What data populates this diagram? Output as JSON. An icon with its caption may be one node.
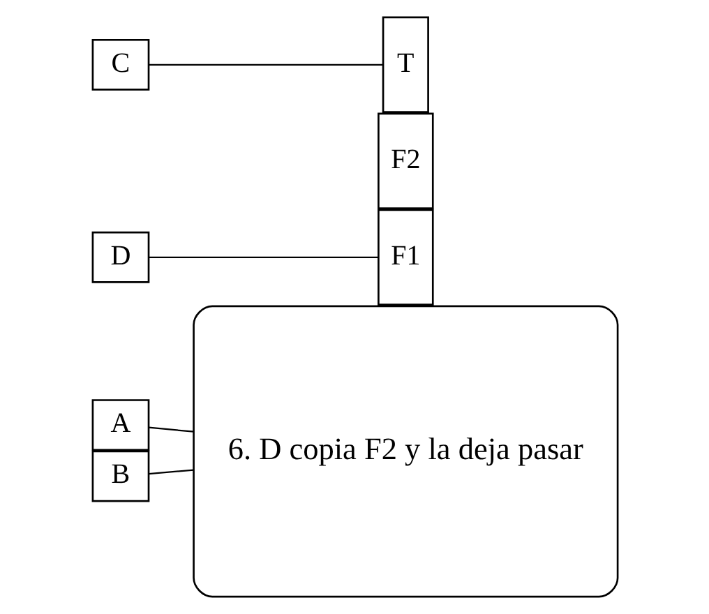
{
  "diagram": {
    "nodes": [
      {
        "text": [
          "A"
        ]
      },
      {
        "text": [
          "D"
        ]
      },
      {
        "text": [
          "6. D copia F2 y la deja pasar"
        ]
      },
      {
        "text": [
          "F1"
        ]
      },
      {
        "text": [
          "F2"
        ]
      },
      {
        "text": [
          "T"
        ]
      },
      {
        "text": [
          "B"
        ]
      },
      {
        "text": [
          "C"
        ]
      }
    ],
    "edges": [
      {
        "from": 0,
        "to": 2,
        "arrow": "none"
      },
      {
        "from": 6,
        "to": 2,
        "arrow": "none"
      },
      {
        "from": 1,
        "to": 3,
        "arrow": "none"
      },
      {
        "from": 7,
        "to": 5,
        "arrow": "none"
      }
    ]
  }
}
